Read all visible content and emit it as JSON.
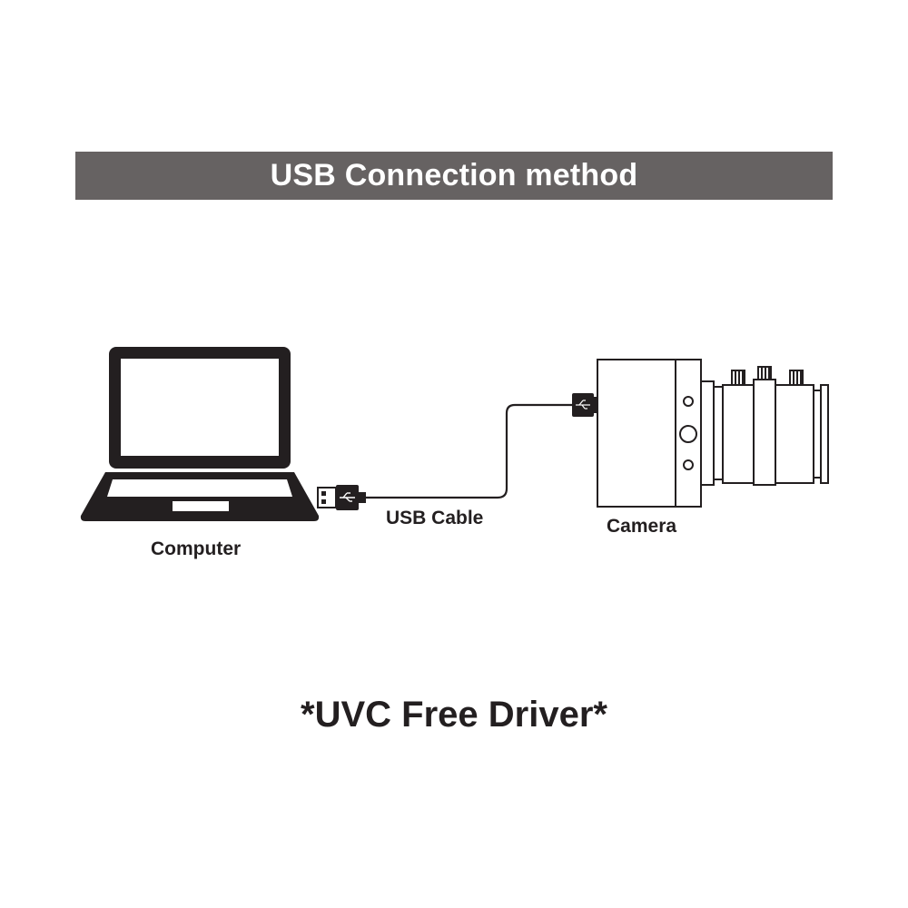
{
  "title": "USB Connection method",
  "labels": {
    "computer": "Computer",
    "cable": "USB Cable",
    "camera": "Camera"
  },
  "footer": "*UVC Free Driver*",
  "colors": {
    "title_bar": "#666262",
    "ink": "#231f20",
    "background": "#ffffff"
  },
  "icons": [
    "laptop-icon",
    "usb-plug-icon",
    "usb-symbol-icon",
    "camera-icon",
    "lens-icon"
  ]
}
